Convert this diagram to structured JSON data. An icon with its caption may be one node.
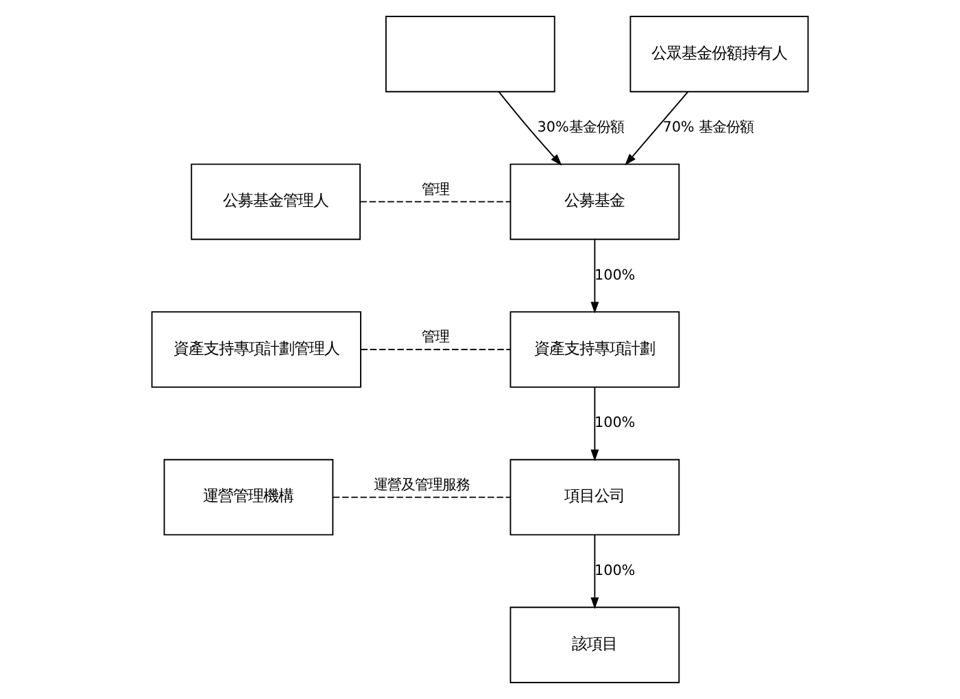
{
  "diagram": {
    "nodes": [
      {
        "text": [],
        "shape": "box"
      },
      {
        "text": [
          "公眾基金份額持有人"
        ]
      },
      {
        "text": [
          "公募基金管理人"
        ]
      },
      {
        "text": [
          "公募基金"
        ]
      },
      {
        "text": [
          "資產支持專項計劃管理人"
        ]
      },
      {
        "text": [
          "資產支持專項計劃"
        ]
      },
      {
        "text": [
          "運營管理機構"
        ]
      },
      {
        "text": [
          "項目公司"
        ]
      },
      {
        "text": [
          "該項目"
        ]
      }
    ],
    "edges": [
      {
        "from": 0,
        "to": 3,
        "arrow": "to",
        "label": "30%基金份額"
      },
      {
        "from": 1,
        "to": 3,
        "arrow": "to",
        "label": "70% 基金份額"
      },
      {
        "from": 2,
        "to": 3,
        "arrow": "none",
        "style": "dashed",
        "label": "管理"
      },
      {
        "from": 3,
        "to": 5,
        "arrow": "to",
        "label": "100%"
      },
      {
        "from": 4,
        "to": 5,
        "arrow": "none",
        "style": "dashed",
        "label": "管理"
      },
      {
        "from": 5,
        "to": 7,
        "arrow": "to",
        "label": "100%"
      },
      {
        "from": 6,
        "to": 7,
        "arrow": "none",
        "style": "dashed",
        "label": "運營及管理服務"
      },
      {
        "from": 7,
        "to": 8,
        "arrow": "to",
        "label": "100%"
      }
    ]
  }
}
